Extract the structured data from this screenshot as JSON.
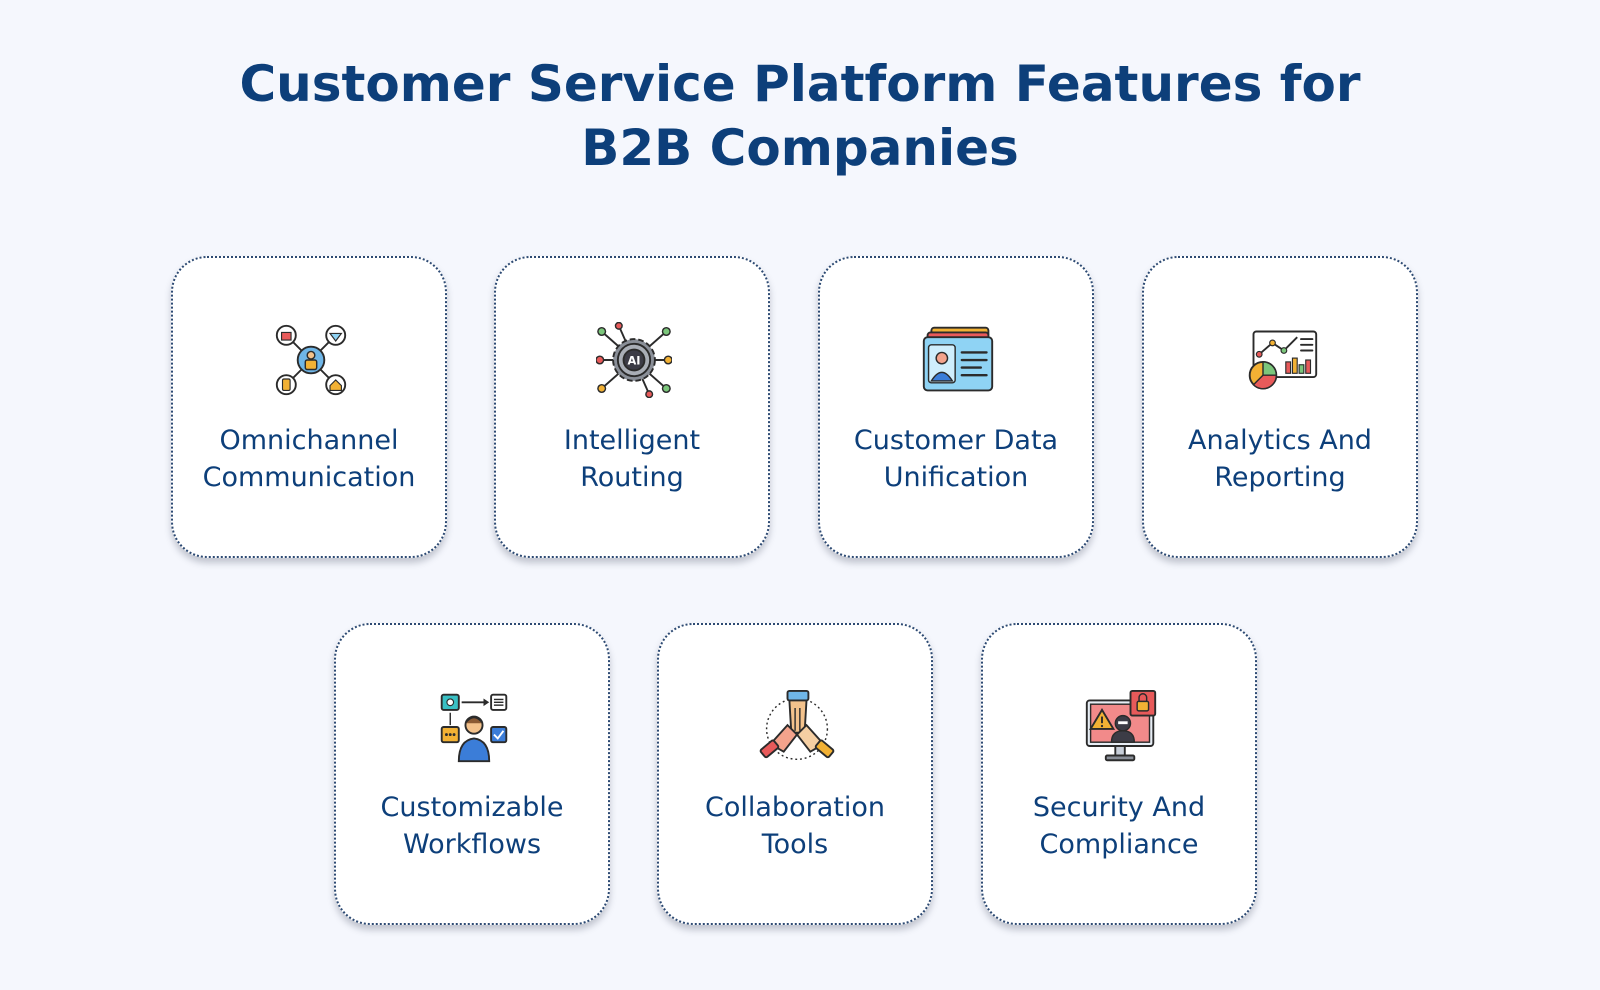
{
  "title": {
    "line1": "Customer Service Platform Features for",
    "line2": "B2B Companies"
  },
  "cards": [
    {
      "icon": "omnichannel-network-icon",
      "line1": "Omnichannel",
      "line2": "Communication"
    },
    {
      "icon": "ai-gear-icon",
      "line1": "Intelligent",
      "line2": "Routing",
      "icon_text": "AI"
    },
    {
      "icon": "profile-card-icon",
      "line1": "Customer Data",
      "line2": "Unification"
    },
    {
      "icon": "analytics-dashboard-icon",
      "line1": "Analytics And",
      "line2": "Reporting"
    },
    {
      "icon": "workflow-person-icon",
      "line1": "Customizable",
      "line2": "Workflows"
    },
    {
      "icon": "team-hands-icon",
      "line1": "Collaboration",
      "line2": "Tools"
    },
    {
      "icon": "security-monitor-icon",
      "line1": "Security And",
      "line2": "Compliance"
    }
  ],
  "colors": {
    "background": "#f5f7fd",
    "title": "#0d3f7a",
    "card_border": "#2d4a73",
    "card_bg": "#ffffff"
  }
}
